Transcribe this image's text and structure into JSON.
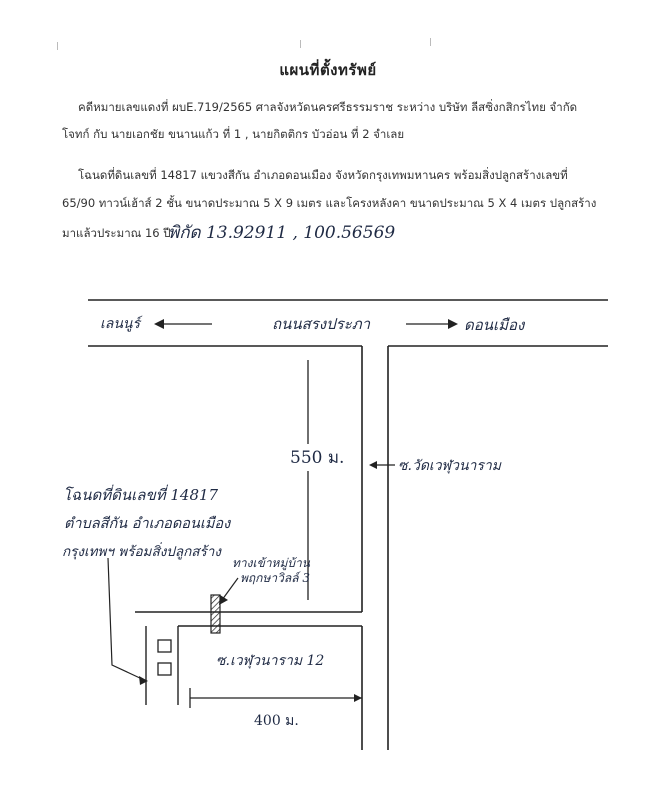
{
  "document": {
    "title": "แผนที่ตั้งทรัพย์",
    "case_line_1": "คดีหมายเลขแดงที่ ผบE.719/2565 ศาลจังหวัดนครศรีธรรมราช ระหว่าง บริษัท ลีสซิ่งกสิกรไทย จำกัด",
    "case_line_2": "โจทก์ กับ นายเอกชัย ขนานแก้ว ที่ 1 , นายกิตติกร บัวอ่อน ที่ 2 จำเลย",
    "deed_line_1": "โฉนดที่ดินเลขที่ 14817 แขวงสีกัน อำเภอดอนเมือง จังหวัดกรุงเทพมหานคร พร้อมสิ่งปลูกสร้างเลขที่",
    "deed_line_2": "65/90 ทาวน์เฮ้าส์ 2 ชั้น ขนาดประมาณ 5 X 9 เมตร และโครงหลังคา ขนาดประมาณ 5 X 4 เมตร ปลูกสร้าง",
    "deed_line_3": "มาแล้วประมาณ 16 ปี",
    "coordinates": "พิกัด 13.92911 , 100.56569"
  },
  "map": {
    "left_direction": "เลนนูร์",
    "main_road": "ถนนสรงประภา",
    "right_direction": "ดอนเมือง",
    "distance_vertical": "550 ม.",
    "soi_label": "ซ.วัดเวฬุวนาราม",
    "deed_note_1": "โฉนดที่ดินเลขที่ 14817",
    "deed_note_2": "ตำบลสีกัน อำเภอดอนเมือง",
    "deed_note_3": "กรุงเทพฯ พร้อมสิ่งปลูกสร้าง",
    "junction_note_1": "ทางเข้าหมู่บ้าน",
    "junction_note_2": "พฤกษาวิลล์ 3",
    "side_soi": "ซ.เวฬุวนาราม 12",
    "distance_horizontal": "400 ม."
  }
}
